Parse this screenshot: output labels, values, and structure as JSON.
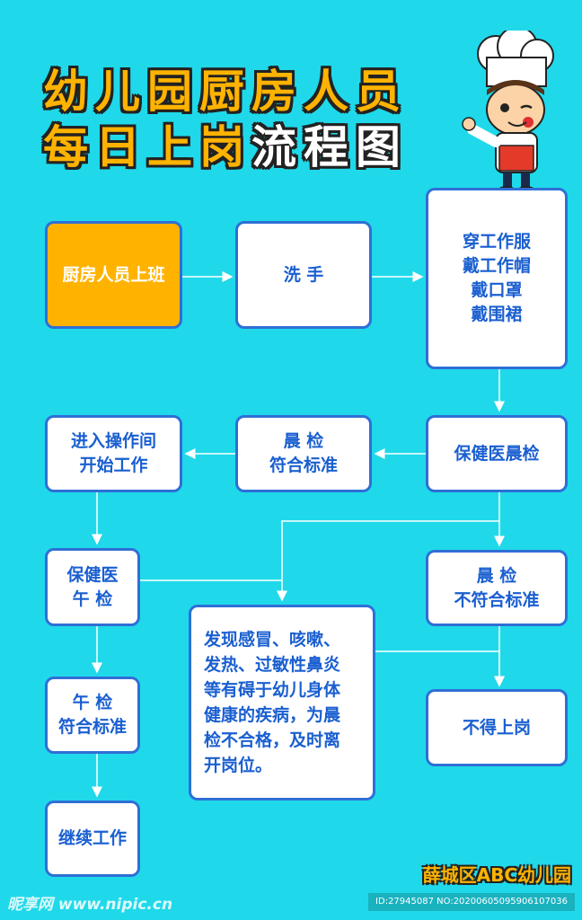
{
  "title": {
    "line1": "幼儿园厨房人员",
    "line2_a": "每日上岗",
    "line2_b": "流程图"
  },
  "nodes": {
    "start": "厨房人员上班",
    "wash": "洗 手",
    "dress": "穿工作服\n戴工作帽\n戴口罩\n戴围裙",
    "health_check": "保健医晨检",
    "morning_pass": "晨 检\n符合标准",
    "enter_work": "进入操作间\n开始工作",
    "noon_check": "保健医\n午 检",
    "morning_fail": "晨 检\n不符合标准",
    "illness": "发现感冒、咳嗽、\n发热、过敏性鼻炎\n等有碍于幼儿身体\n健康的疾病，为晨\n检不合格，及时离\n开岗位。",
    "noon_pass": "午 检\n符合标准",
    "not_allowed": "不得上岗",
    "continue": "继续工作"
  },
  "footer": {
    "school": "薛城区ABC幼儿园",
    "watermark": "昵享网 www.nipic.cn",
    "id_text": "ID:27945087 NO:20200605095906107036"
  },
  "colors": {
    "background": "#1fd9ea",
    "box_border": "#2f6fd6",
    "box_text": "#1a5fd0",
    "accent": "#ffb300"
  }
}
